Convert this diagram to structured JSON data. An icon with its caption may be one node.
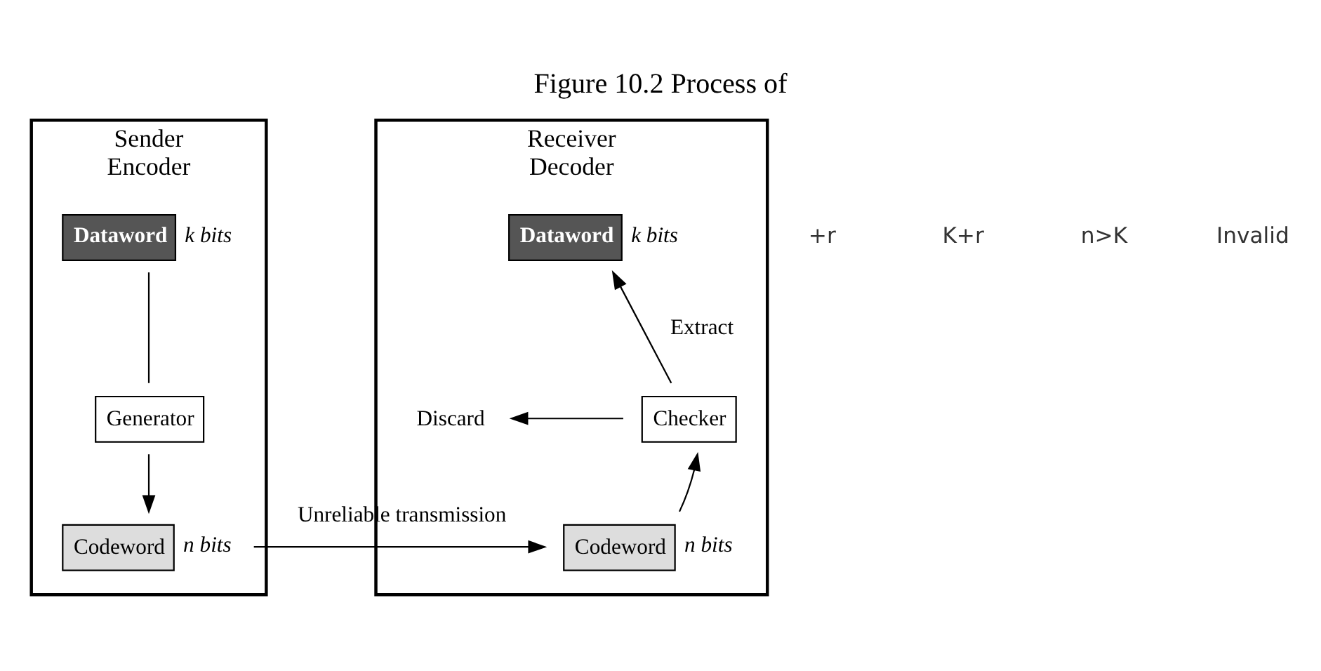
{
  "diagram": {
    "title": "Figure 10.2 Process of",
    "nodes": [
      {
        "text": [
          "Sender",
          "Encoder"
        ]
      },
      {
        "text": [
          "Dataword"
        ],
        "in": 0,
        "beside": [
          "k bits"
        ]
      },
      {
        "text": [
          "Generator"
        ],
        "in": 0
      },
      {
        "text": [
          "Codeword"
        ],
        "in": 0,
        "beside": [
          "n bits"
        ]
      },
      {
        "text": [
          "Receiver",
          "Decoder"
        ]
      },
      {
        "text": [
          "Dataword"
        ],
        "in": 4,
        "beside": [
          "k bits"
        ]
      },
      {
        "text": [
          "Checker"
        ],
        "in": 4
      },
      {
        "text": [
          "Discard"
        ],
        "in": 4
      },
      {
        "text": [
          "Codeword"
        ],
        "in": 4,
        "beside": [
          "n bits"
        ]
      }
    ],
    "edges": [
      {
        "from": 1,
        "to": 2,
        "arrow": "none"
      },
      {
        "from": 2,
        "to": 3,
        "arrow": "to"
      },
      {
        "from": 3,
        "to": 8,
        "arrow": "to",
        "label": "Unreliable transmission"
      },
      {
        "from": 8,
        "to": 6,
        "arrow": "to"
      },
      {
        "from": 6,
        "to": 5,
        "arrow": "to",
        "label": "Extract"
      },
      {
        "from": 6,
        "to": 7,
        "arrow": "to"
      }
    ],
    "labels": [
      "+r",
      "K+r",
      "n>K",
      "Invalid"
    ]
  }
}
